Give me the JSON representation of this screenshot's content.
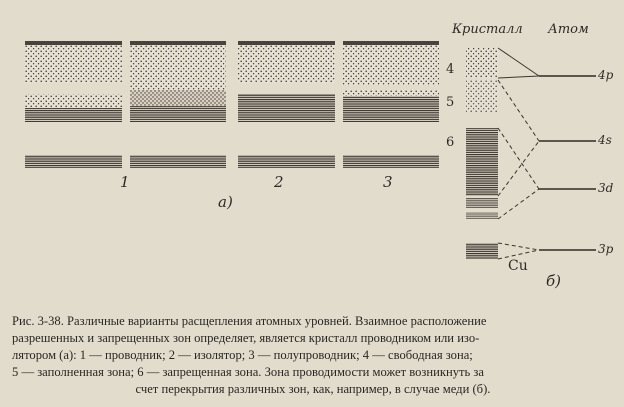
{
  "figure": {
    "part_a": {
      "label": "а)",
      "column_labels": [
        "1",
        "2",
        "3"
      ],
      "zone_labels": [
        "4",
        "5",
        "6"
      ]
    },
    "part_b": {
      "label": "б)",
      "header_crystal": "Кристалл",
      "header_atom": "Атом",
      "element": "Cu",
      "levels": [
        "4p",
        "4s",
        "3d",
        "3p"
      ]
    }
  },
  "caption": {
    "lines": [
      "Рис. 3-38. Различные варианты расщепления атомных уровней. Взаимное расположение",
      "разрешенных и запрещенных зон определяет, является кристалл проводником или изо-",
      "лятором (а): 1 — проводник; 2 — изолятор; 3 — полупроводник; 4 — свободная зона;",
      "5 — заполненная зона; 6 — запрещенная зона. Зона проводимости может возникнуть за",
      "счет перекрытия различных зон, как, например, в случае меди (б)."
    ]
  }
}
